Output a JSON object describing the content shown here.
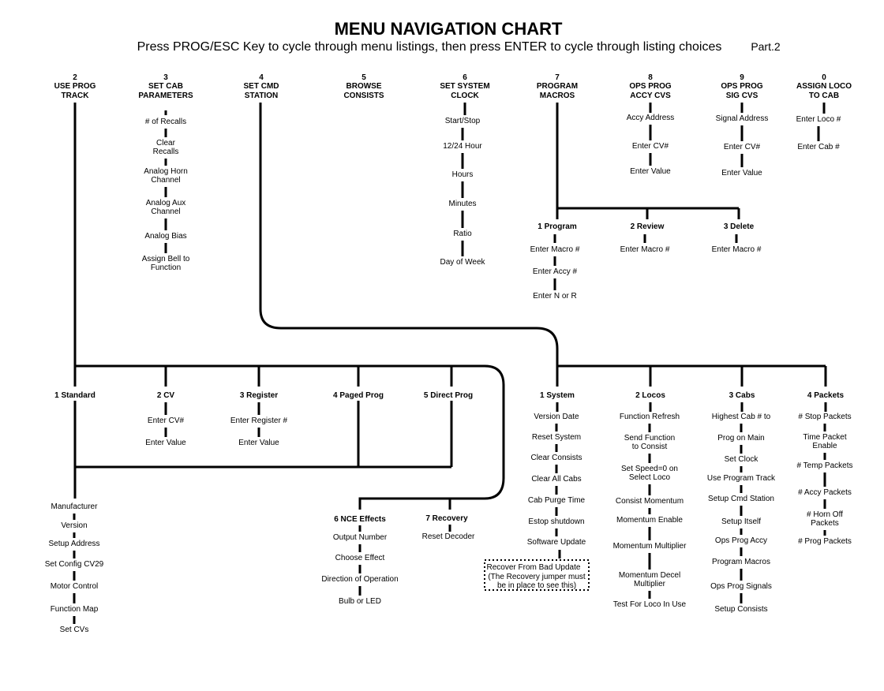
{
  "title": "MENU NAVIGATION CHART",
  "subtitle": "Press PROG/ESC Key to cycle through menu listings, then press ENTER to cycle through listing choices",
  "part": "Part.2",
  "top_menus": [
    {
      "num": "2",
      "lines": [
        "USE PROG",
        "TRACK"
      ]
    },
    {
      "num": "3",
      "lines": [
        "SET CAB",
        "PARAMETERS"
      ]
    },
    {
      "num": "4",
      "lines": [
        "SET CMD",
        "STATION"
      ]
    },
    {
      "num": "5",
      "lines": [
        "BROWSE",
        "CONSISTS"
      ]
    },
    {
      "num": "6",
      "lines": [
        "SET SYSTEM",
        "CLOCK"
      ]
    },
    {
      "num": "7",
      "lines": [
        "PROGRAM",
        "MACROS"
      ]
    },
    {
      "num": "8",
      "lines": [
        "OPS PROG",
        "ACCY CVS"
      ]
    },
    {
      "num": "9",
      "lines": [
        "OPS PROG",
        "SIG CVS"
      ]
    },
    {
      "num": "0",
      "lines": [
        "ASSIGN LOCO",
        "TO  CAB"
      ]
    }
  ],
  "set_cab_items": [
    [
      "# of Recalls"
    ],
    [
      "Clear",
      "Recalls"
    ],
    [
      "Analog Horn",
      "Channel"
    ],
    [
      "Analog Aux",
      "Channel"
    ],
    [
      "Analog Bias"
    ],
    [
      "Assign Bell to",
      "Function"
    ]
  ],
  "clock_items": [
    "Start/Stop",
    "12/24 Hour",
    "Hours",
    "Minutes",
    "Ratio",
    "Day of Week"
  ],
  "accy_items": [
    "Accy Address",
    "Enter CV#",
    "Enter Value"
  ],
  "sig_items": [
    "Signal Address",
    "Enter CV#",
    "Enter Value"
  ],
  "assign_items": [
    "Enter Loco #",
    "Enter Cab #"
  ],
  "macro_sub": [
    {
      "label": "1  Program",
      "items": [
        "Enter Macro #",
        "Enter Accy #",
        "Enter N or R"
      ]
    },
    {
      "label": "2  Review",
      "items": [
        "Enter Macro #"
      ]
    },
    {
      "label": "3  Delete",
      "items": [
        "Enter Macro #"
      ]
    }
  ],
  "prog_sub": [
    {
      "label": "1  Standard",
      "items": []
    },
    {
      "label": "2 CV",
      "items": [
        "Enter CV#",
        "Enter Value"
      ]
    },
    {
      "label": "3  Register",
      "items": [
        "Enter Register #",
        "Enter Value"
      ]
    },
    {
      "label": "4  Paged Prog",
      "items": []
    },
    {
      "label": "5  Direct Prog",
      "items": []
    }
  ],
  "direct_items": [
    "Manufacturer",
    "Version",
    "Setup Address",
    "Set Config CV29",
    "Motor Control",
    "Function Map",
    "Set CVs"
  ],
  "nce_effects": {
    "label": "6  NCE Effects",
    "items": [
      "Output Number",
      "Choose Effect",
      "Direction of Operation",
      "Bulb or LED"
    ]
  },
  "recovery": {
    "label": "7 Recovery",
    "items": [
      "Reset Decoder"
    ]
  },
  "station_sub": [
    {
      "label": "1  System",
      "items": [
        [
          "Version Date"
        ],
        [
          "Reset System"
        ],
        [
          "Clear Consists"
        ],
        [
          "Clear All Cabs"
        ],
        [
          "Cab Purge Time"
        ],
        [
          "Estop shutdown"
        ],
        [
          "Software Update"
        ]
      ]
    },
    {
      "label": "2  Locos",
      "items": [
        [
          "Function Refresh"
        ],
        [
          "Send Function",
          "to Consist"
        ],
        [
          "Set Speed=0 on",
          "Select Loco"
        ],
        [
          "Consist Momentum"
        ],
        [
          "Momentum Enable"
        ],
        [
          "Momentum Multiplier"
        ],
        [
          "Momentum Decel",
          "Multiplier"
        ],
        [
          "Test For Loco In Use"
        ]
      ]
    },
    {
      "label": "3  Cabs",
      "items": [
        [
          "Highest Cab # to"
        ],
        [
          "Prog on Main"
        ],
        [
          "Set Clock"
        ],
        [
          "Use Program Track"
        ],
        [
          "Setup Cmd Station"
        ],
        [
          "Setup Itself"
        ],
        [
          "Ops Prog Accy"
        ],
        [
          "Program Macros"
        ],
        [
          "Ops Prog Signals"
        ],
        [
          "Setup Consists"
        ]
      ]
    },
    {
      "label": "4  Packets",
      "items": [
        [
          "# Stop Packets"
        ],
        [
          "Time Packet",
          "Enable"
        ],
        [
          "# Temp Packets"
        ],
        [
          "# Accy Packets"
        ],
        [
          "# Horn Off",
          "Packets"
        ],
        [
          "# Prog Packets"
        ]
      ]
    }
  ],
  "recover_note": [
    "Recover From Bad Update",
    "(The Recovery jumper must",
    "be in place to see this)"
  ]
}
